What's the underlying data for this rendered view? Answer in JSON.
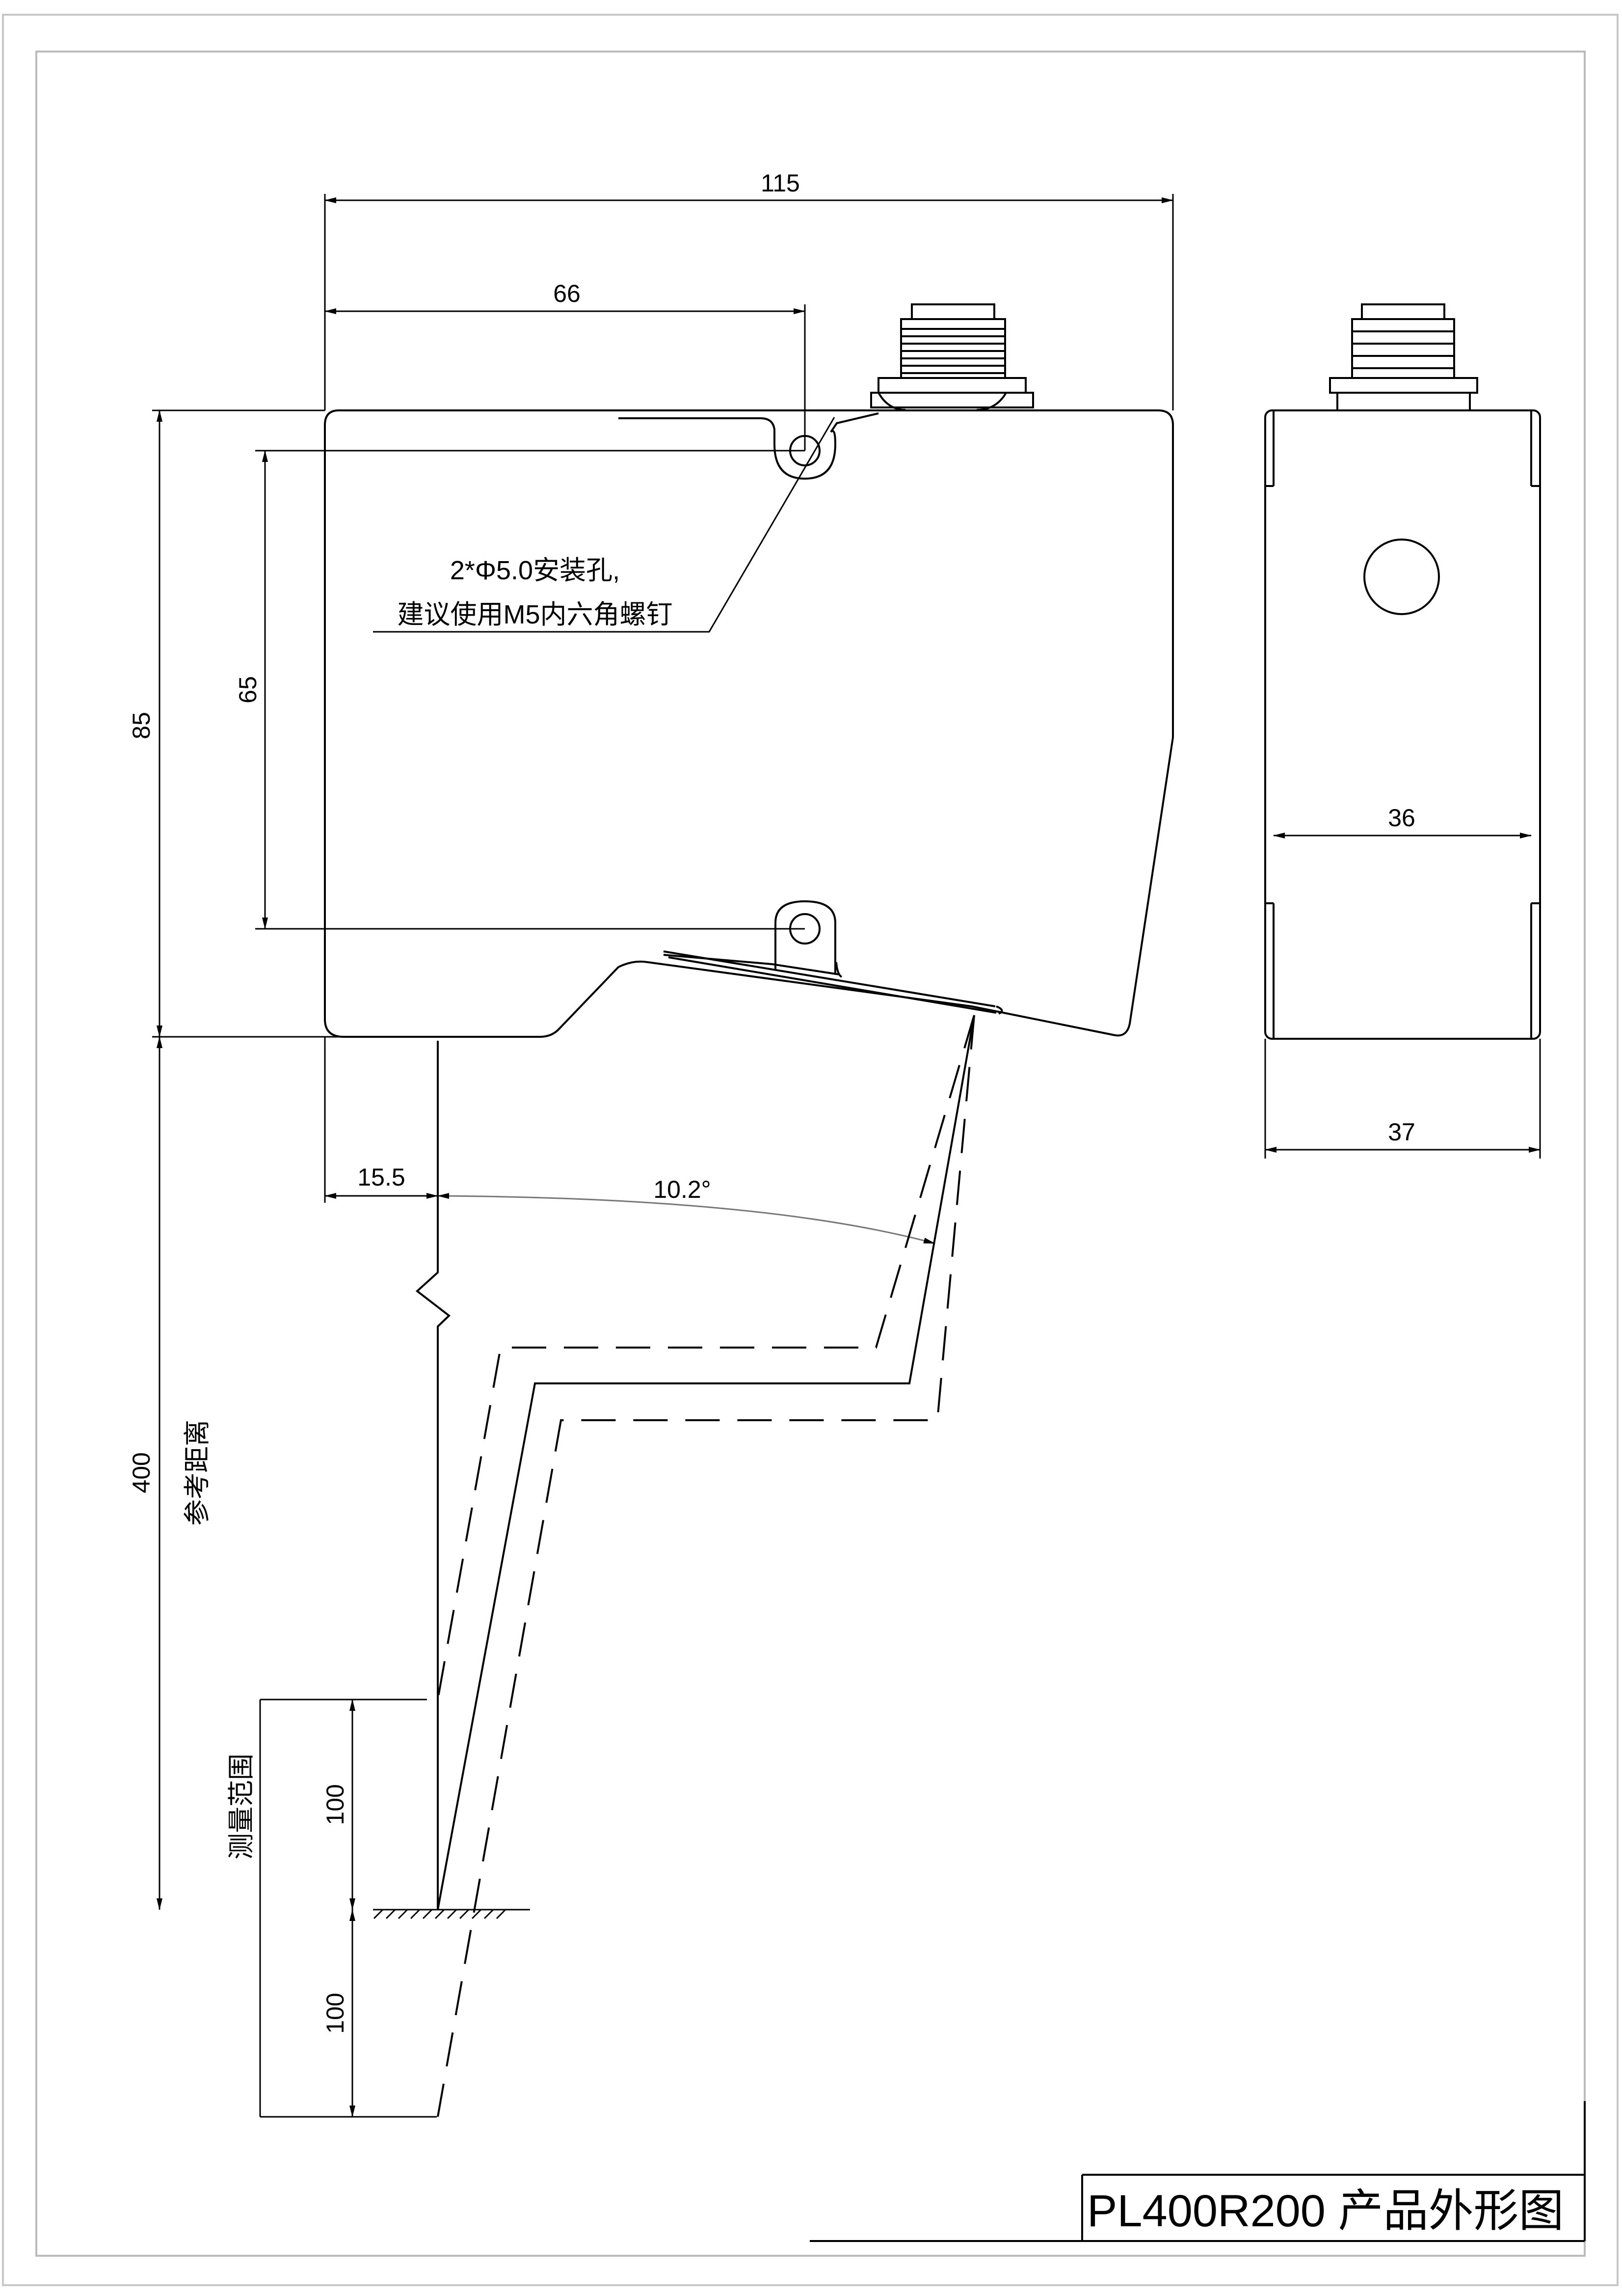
{
  "dimensions": {
    "overall_length": "115",
    "mount_hole_offset": "66",
    "height": "85",
    "hole_spacing": "65",
    "side_inner_width": "36",
    "side_outer_width": "37",
    "emitter_offset": "15.5",
    "beam_angle": "10.2°",
    "reference_distance": "400",
    "range_upper": "100",
    "range_lower": "100"
  },
  "annotations": {
    "mount_hole_line1": "2*Φ5.0安装孔,",
    "mount_hole_line2": "建议使用M5内六角螺钉",
    "reference_distance_label": "参考距离",
    "measuring_range_label": "测量范围"
  },
  "title_block": {
    "title": "PL400R200 产品外形图"
  }
}
